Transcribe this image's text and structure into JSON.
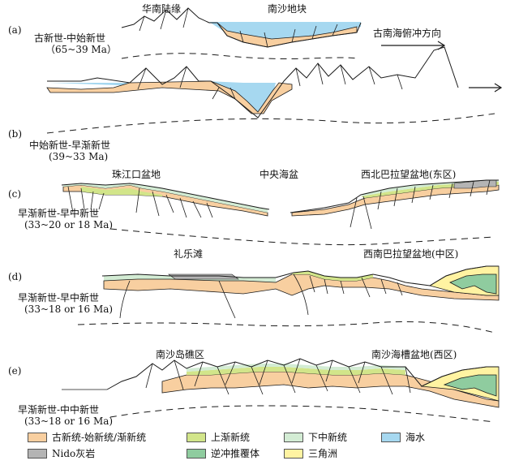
{
  "panels": [
    {
      "tag": "(a)",
      "period": "古新世-中始新世",
      "age": "（65~39 Ma）",
      "places": [
        "华南陆缘",
        "南沙地块"
      ],
      "direction": "古南海俯冲方向"
    },
    {
      "tag": "(b)",
      "period": "中始新世-早渐新世",
      "age": "(39~33 Ma)"
    },
    {
      "tag": "(c)",
      "period": "早渐新世-早中新世",
      "age": "(33~20 or 18 Ma)",
      "places": [
        "珠江口盆地",
        "中央海盆",
        "西北巴拉望盆地(东区)"
      ]
    },
    {
      "tag": "(d)",
      "period": "早渐新世-早中新世",
      "age": "(33~18 or 16 Ma)",
      "places": [
        "礼乐滩",
        "西南巴拉望盆地(中区)"
      ]
    },
    {
      "tag": "(e)",
      "period": "早渐新世-中中新世",
      "age": "(33~18 or 16 Ma)",
      "places": [
        "南沙岛礁区",
        "南沙海槽盆地(西区)"
      ]
    }
  ],
  "legend": [
    {
      "label": "古新统-始新统/渐新统",
      "color": "#f8cfa0"
    },
    {
      "label": "上渐新统",
      "color": "#d2e58a"
    },
    {
      "label": "下中新统",
      "color": "#d3ecd4"
    },
    {
      "label": "海水",
      "color": "#a6d8f0"
    },
    {
      "label": "Nido灰岩",
      "color": "#b4b4b4"
    },
    {
      "label": "逆冲推覆体",
      "color": "#8fcc9f"
    },
    {
      "label": "三角洲",
      "color": "#fff3a2"
    }
  ],
  "colors": {
    "line": "#1a1a1a",
    "basement": "#ffffff"
  }
}
